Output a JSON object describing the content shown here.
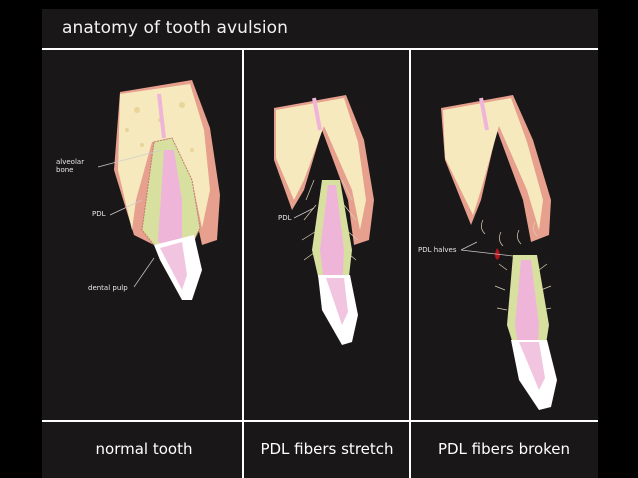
{
  "title": "anatomy of tooth avulsion",
  "panels": [
    {
      "caption": "normal tooth",
      "labels": [
        "alveolar bone",
        "PDL",
        "dental pulp"
      ]
    },
    {
      "caption": "PDL fibers stretch",
      "labels": [
        "PDL"
      ]
    },
    {
      "caption": "PDL fibers broken",
      "labels": [
        "PDL halves"
      ]
    }
  ],
  "colors": {
    "background": "#1a1718",
    "bone": "#f6e9bd",
    "gum": "#e79f8e",
    "pdl": "#d8e0a0",
    "pulp": "#eeb5d8",
    "enamel": "#ffffff",
    "blood": "#b3121b"
  }
}
